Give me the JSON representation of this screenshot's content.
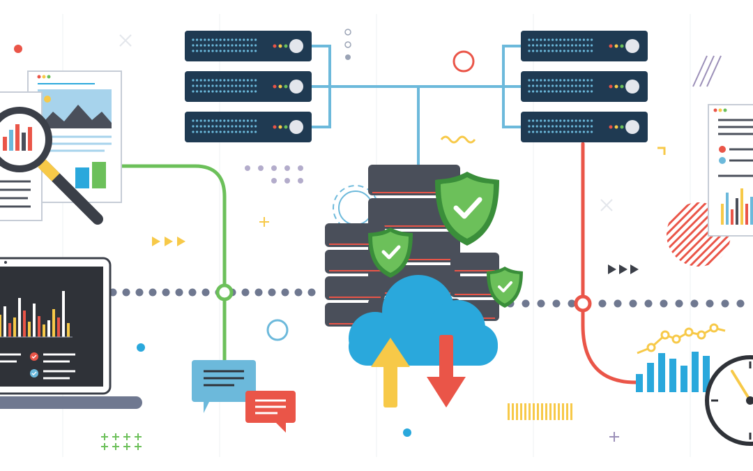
{
  "illustration": {
    "kind": "data-center-cloud-security",
    "palette": {
      "navy": "#1f3a52",
      "slate": "#4a4f5a",
      "gray_light": "#9aa3b5",
      "blue": "#2aa8dc",
      "light_blue": "#6cb9db",
      "green": "#6cc05a",
      "dark_green": "#3a8e3a",
      "red": "#ea5548",
      "yellow": "#f7c948",
      "purple": "#9b8fb8",
      "dot_gray": "#6f7890",
      "screen_dark": "#2f3238"
    },
    "icons": [
      "server-rack-icon",
      "shield-check-icon",
      "cloud-icon",
      "upload-arrow-icon",
      "download-arrow-icon",
      "magnifier-icon",
      "laptop-icon",
      "chat-bubble-icon",
      "gauge-icon",
      "gear-icon",
      "report-document-icon"
    ],
    "server_count": 6,
    "shield_count": 3
  }
}
